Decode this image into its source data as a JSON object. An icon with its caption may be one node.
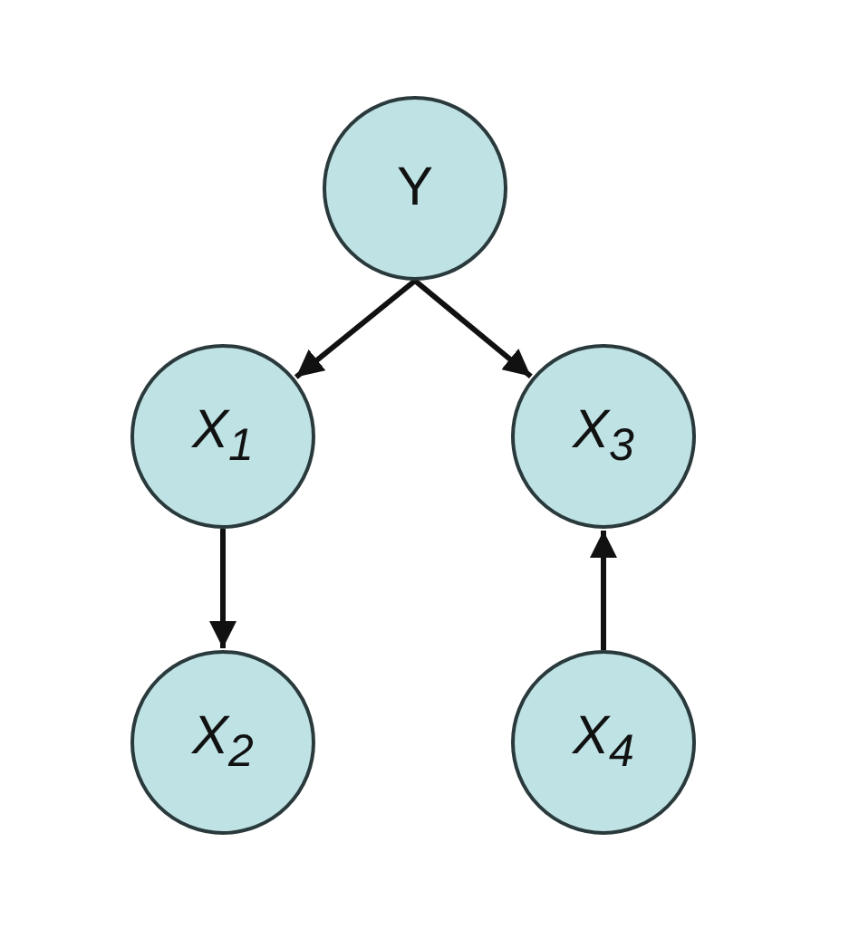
{
  "diagram": {
    "nodes": [
      {
        "text": [
          "Y"
        ]
      },
      {
        "text": [
          "X$_{1}$"
        ]
      },
      {
        "text": [
          "X$_{3}$"
        ]
      },
      {
        "text": [
          "X$_{2}$"
        ]
      },
      {
        "text": [
          "X$_{4}$"
        ]
      }
    ],
    "edges": [
      {
        "from": 0,
        "to": 1,
        "arrow": "to"
      },
      {
        "from": 0,
        "to": 2,
        "arrow": "to"
      },
      {
        "from": 1,
        "to": 3,
        "arrow": "to"
      },
      {
        "from": 4,
        "to": 2,
        "arrow": "to"
      }
    ]
  }
}
